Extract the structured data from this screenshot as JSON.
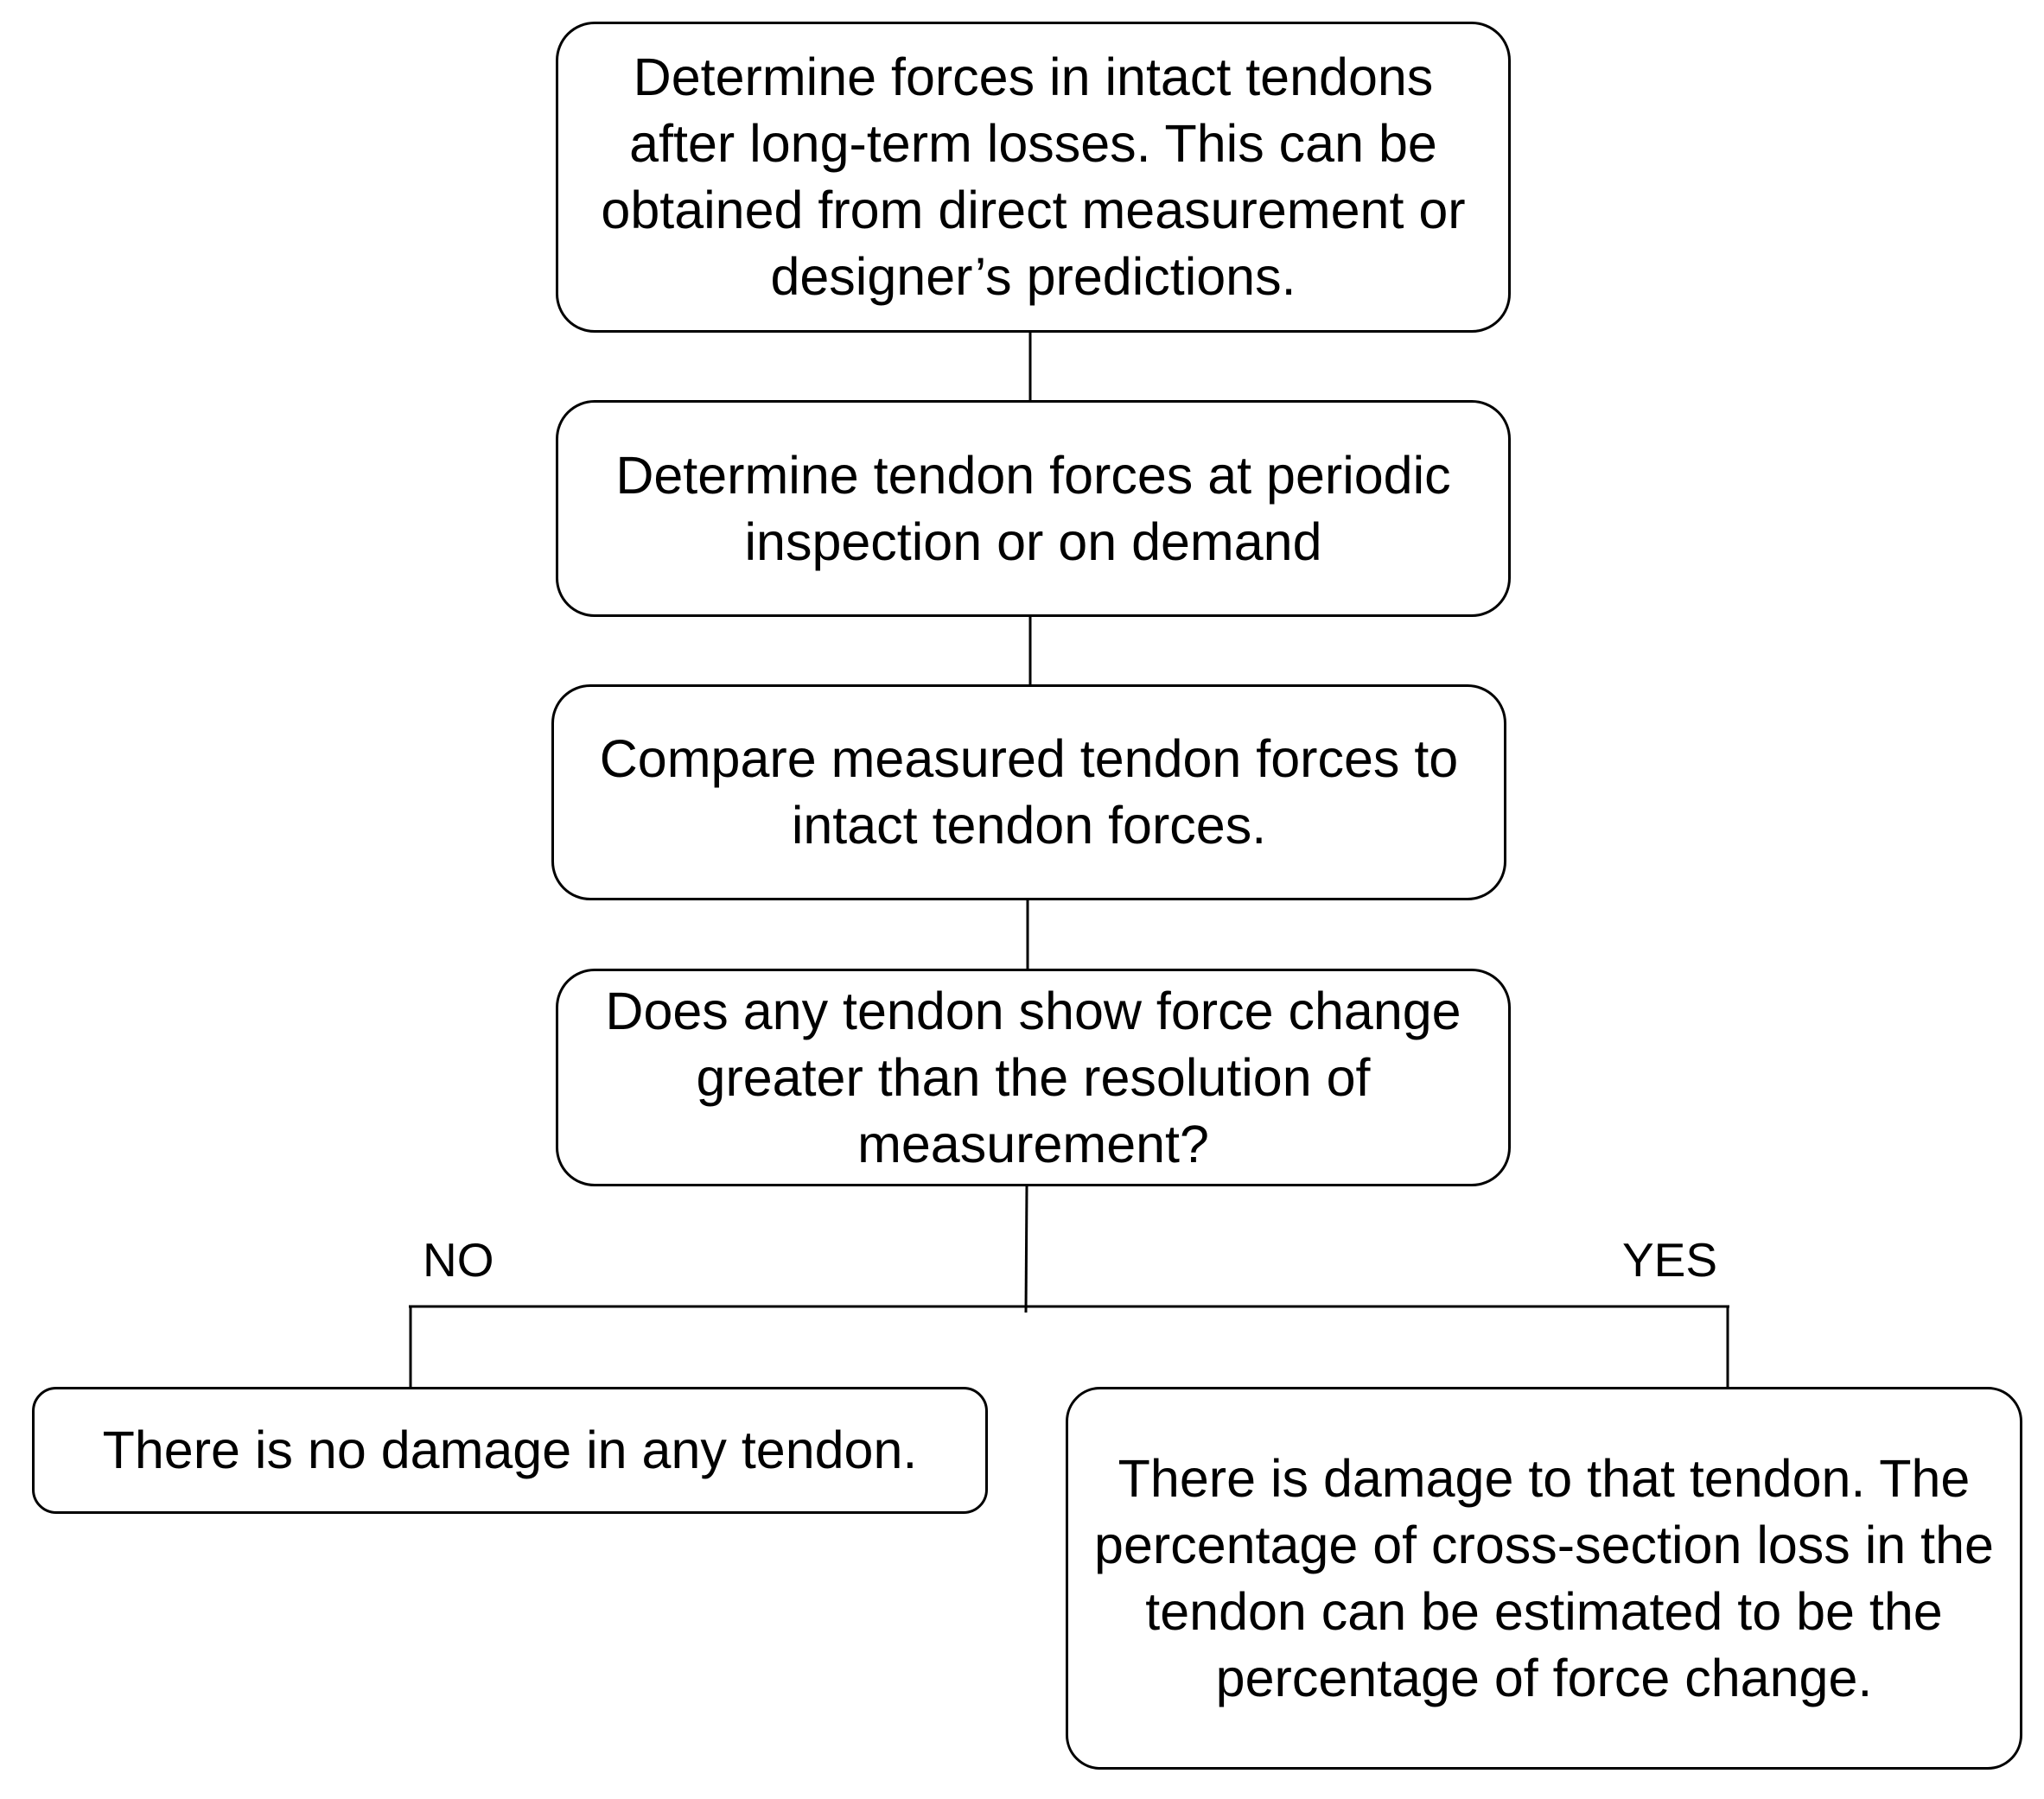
{
  "flowchart": {
    "steps": [
      "Determine forces in intact tendons after long-term losses. This can be obtained from direct measurement or designer’s predictions.",
      "Determine tendon forces at periodic inspection or on demand",
      "Compare measured tendon forces to intact tendon forces.",
      "Does any tendon show force change greater than the resolution of measurement?"
    ],
    "branches": {
      "no_label": "NO",
      "yes_label": "YES",
      "no_outcome": "There is no damage in any tendon.",
      "yes_outcome": "There is damage to that tendon. The percentage of cross-section loss in the tendon can be estimated to be the percentage of force change."
    }
  }
}
